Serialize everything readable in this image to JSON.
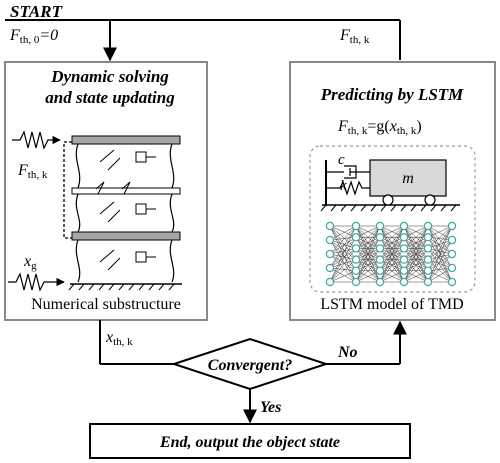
{
  "start": {
    "label": "START",
    "init_force": "F",
    "init_sub": "th, 0",
    "init_rhs": "=0"
  },
  "feedback": {
    "force": "F",
    "sub": "th, k"
  },
  "left_box": {
    "title_line1": "Dynamic solving",
    "title_line2": "and state updating",
    "force": "F",
    "force_sub": "th, k",
    "ground": "x",
    "ground_sub": "g",
    "caption": "Numerical substructure"
  },
  "right_box": {
    "title": "Predicting by LSTM",
    "eq_f": "F",
    "eq_sub": "th, k",
    "eq_mid": "=g(",
    "eq_x": "x",
    "eq_xsub": "th, k",
    "eq_end": ")",
    "c_label": "c",
    "k_label": "k",
    "m_label": "m",
    "caption": "LSTM model of TMD"
  },
  "disp": {
    "x": "x",
    "sub": "th, k"
  },
  "decision": {
    "label": "Convergent?",
    "no": "No",
    "yes": "Yes"
  },
  "end": {
    "label": "End, output the object state"
  },
  "colors": {
    "line": "#000000",
    "gray_fill": "#a6a6a6",
    "mass_fill": "#d9d9d9",
    "node_stroke": "#3fa6a6",
    "dash": "#999999"
  }
}
